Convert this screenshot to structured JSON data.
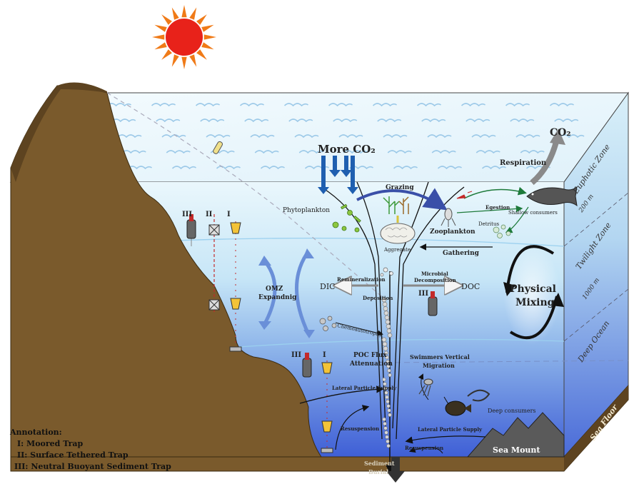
{
  "header": {
    "more_co2": "More CO₂",
    "co2": "CO₂",
    "respiration": "Respiration"
  },
  "zones": {
    "euphotic": "Euphotic Zone",
    "depth_200": "200 m",
    "twilight": "Twilight Zone",
    "depth_1000": "1000 m",
    "deep_ocean": "Deep Ocean",
    "sea_floor": "Sea Floor"
  },
  "biology": {
    "phytoplankton": "Phytoplankton",
    "grazing": "Grazing",
    "zooplankton": "Zooplankton",
    "aggregate": "Aggregate",
    "gathering": "Gathering",
    "egestion": "Egestion",
    "detritus": "Detritus",
    "shallow_consumers": "Shallow consumers",
    "deep_consumers": "Deep consumers",
    "chemoautotrophy": "Chemoautotrophy"
  },
  "processes": {
    "remineralization": "Remineralization",
    "microbial_line1": "Microbial",
    "microbial_line2": "Decomposition",
    "dic": "DIC",
    "doc": "DOC",
    "deposition": "Deposition",
    "omz_line1": "OMZ",
    "omz_line2": "Expandnig",
    "poc_line1": "POC Flux",
    "poc_line2": "Attenuation",
    "swimmers_line1": "Swimmers Vertical",
    "swimmers_line2": "Migration",
    "lateral_supply": "Lateral Particle Supply",
    "resuspension": "Resuspension",
    "physical_line1": "Physical",
    "physical_line2": "Mixing",
    "sea_mount": "Sea Mount",
    "sediment_line1": "Sediment",
    "sediment_line2": "Burial"
  },
  "traps": {
    "t1": "I",
    "t2": "II",
    "t3": "III"
  },
  "annotation": {
    "title": "Annotation:",
    "item1": "I:  Moored Trap",
    "item2": "II:  Surface Tethered Trap",
    "item3": "III:  Neutral Buoyant Sediment Trap"
  },
  "colors": {
    "sun": "#e8221a",
    "sun_rays": "#f07a17",
    "sediment": "#7a5a2c",
    "ocean_top": "#e6f5fb",
    "ocean_deep": "#3f63d6",
    "co2_arrow": "#1f5fb0",
    "grazing_arrow": "#3a4fa8",
    "respiration_arrow": "#8a8a8a",
    "mixing_arrow": "#111111"
  }
}
